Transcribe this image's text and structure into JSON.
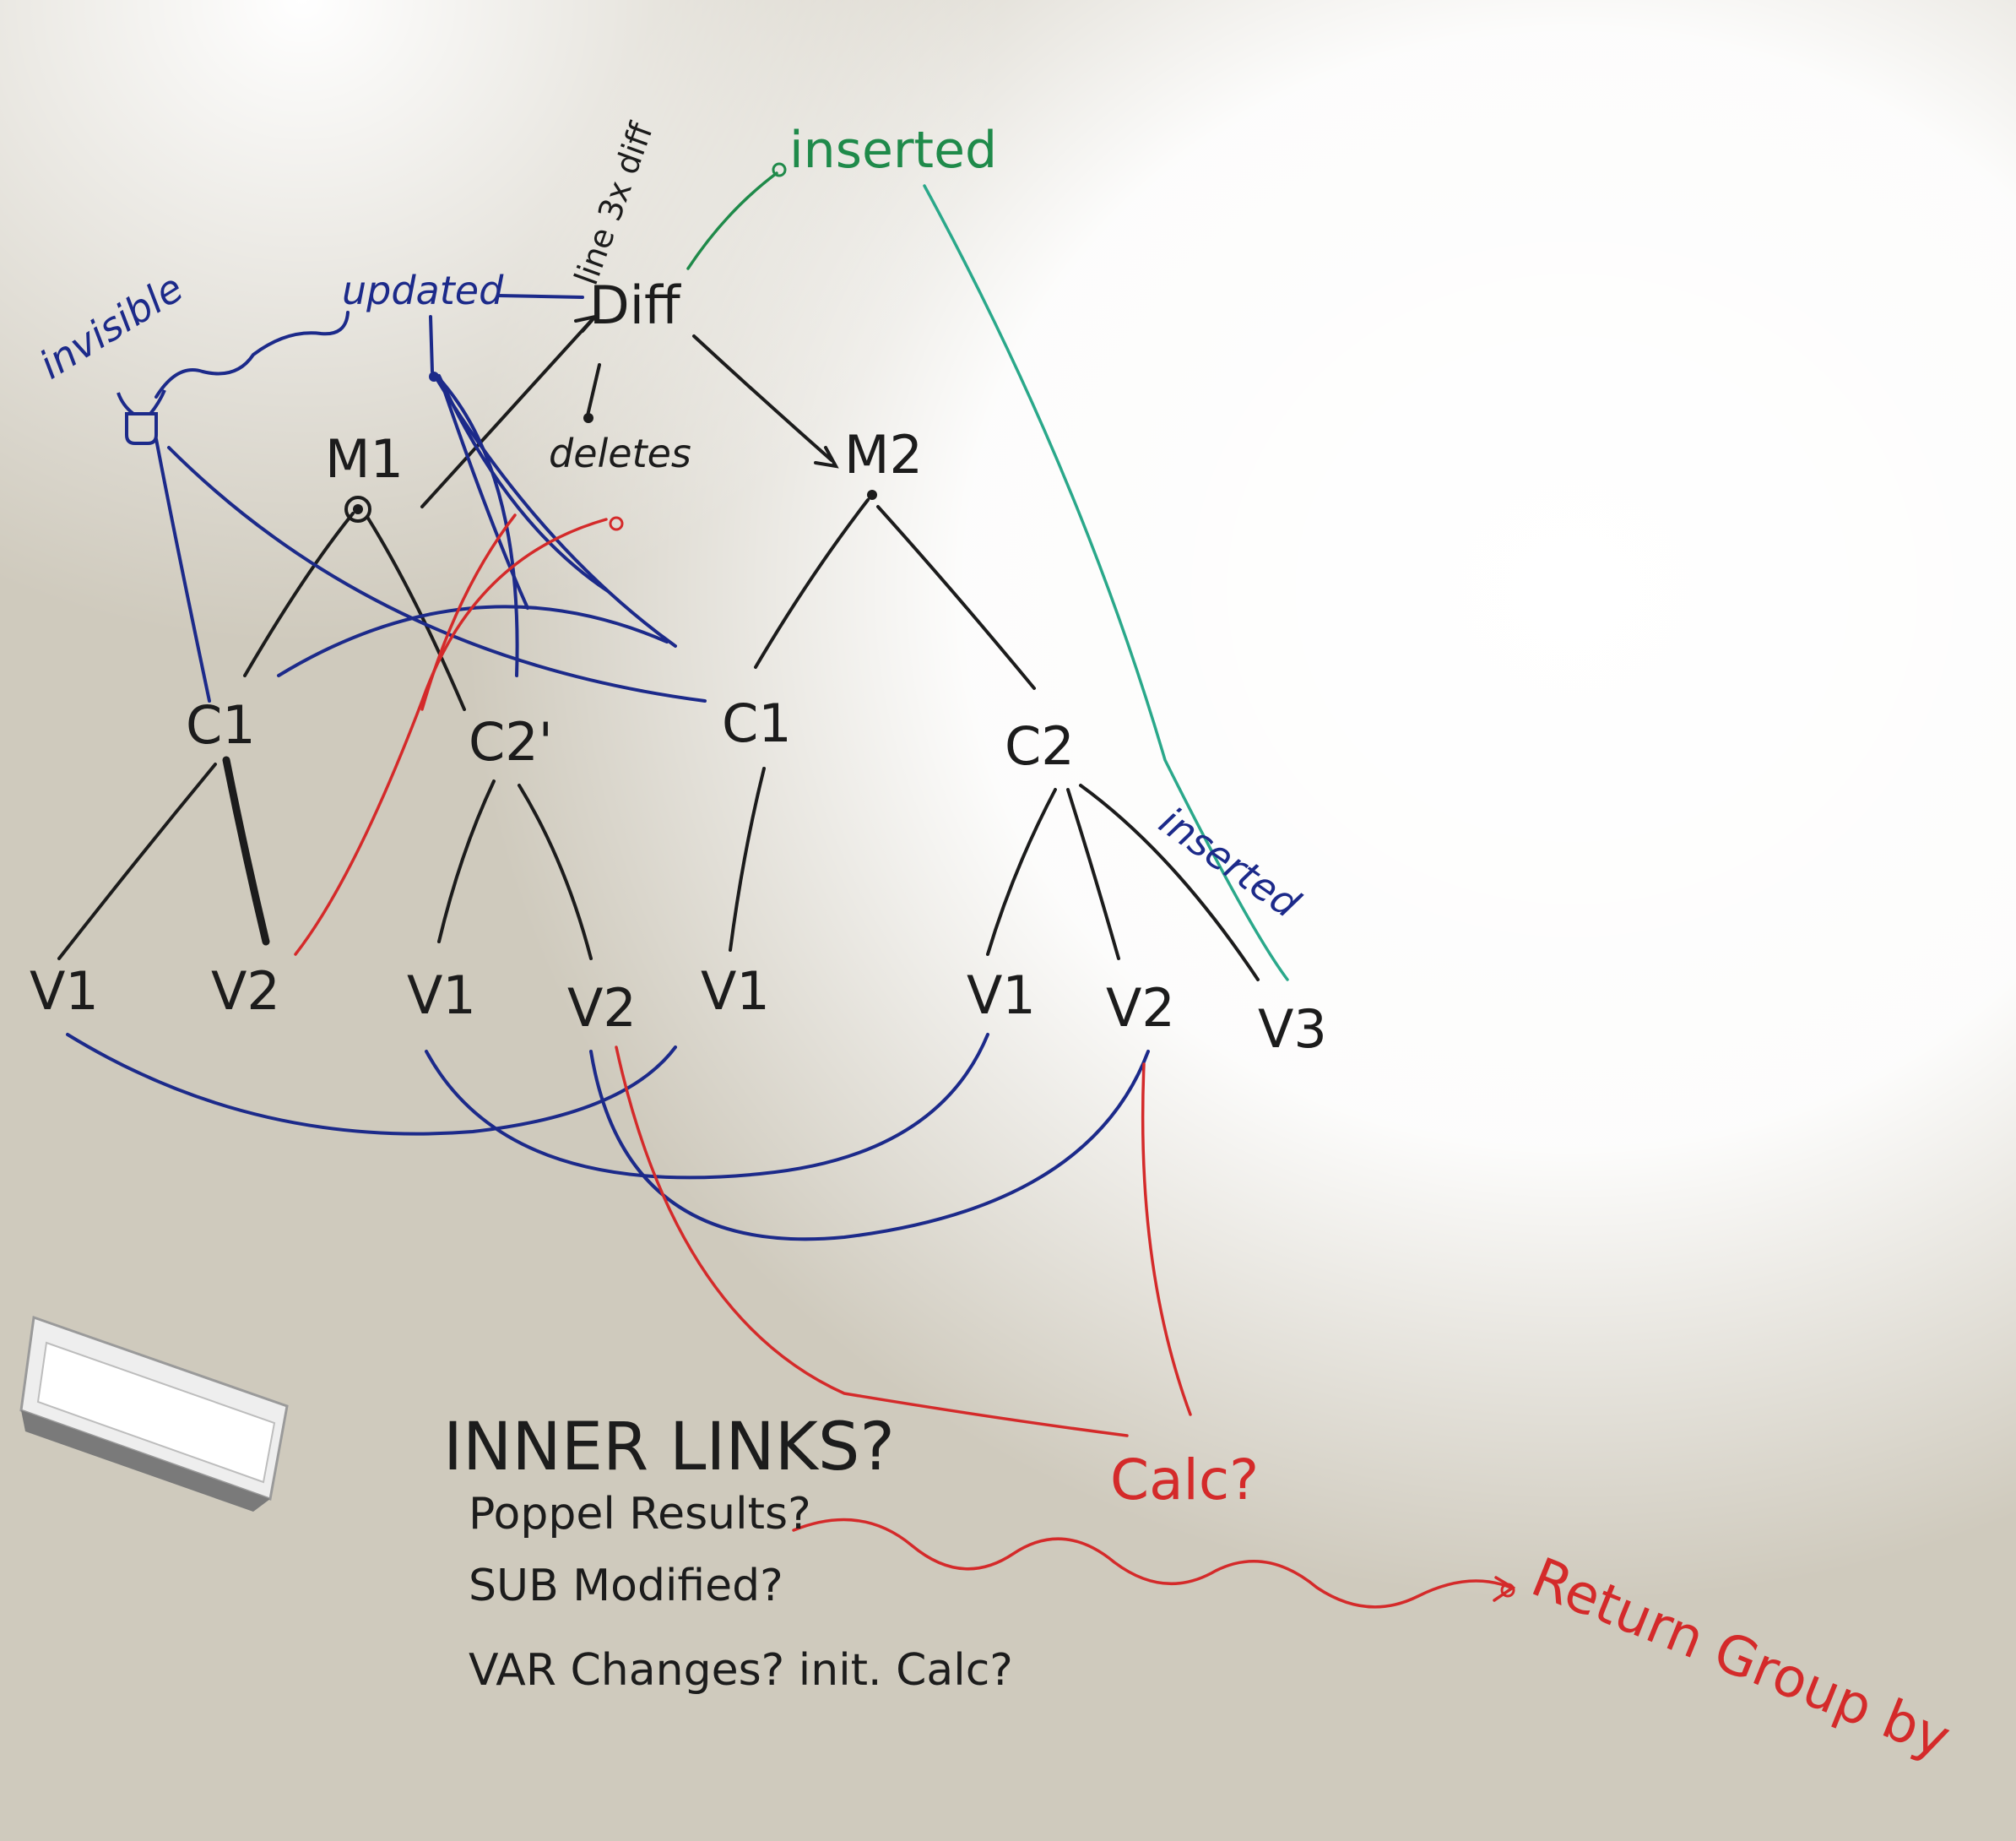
{
  "colors": {
    "black": "#1c1c1c",
    "blue": "#1c2a8a",
    "red": "#d42a2a",
    "green": "#1f8a4a",
    "teal": "#2aa88a"
  },
  "labels": {
    "invisible": "invisible",
    "updated": "updated",
    "diff": "Diff",
    "diff_note": "line 3x diff",
    "inserted_top": "inserted",
    "deletes": "deletes",
    "m1": "M1",
    "m2": "M2",
    "c1_left": "C1",
    "c2_left": "C2'",
    "c1_right": "C1",
    "c2_right": "C2",
    "inserted_edge": "inserted",
    "v1_a": "V1",
    "v2_a": "V2",
    "v1_b": "V1",
    "v2_b": "V2",
    "v1_c": "V1",
    "v1_d": "V1",
    "v2_d": "V2",
    "v3_d": "V3",
    "calc": "Calc?"
  },
  "notes": {
    "inner_links": "INNER LINKS?",
    "poppel_results": "Poppel Results?",
    "sub_modified": "SUB Modified?",
    "var_changes": "VAR Changes? init. Calc?",
    "return_group": "Return Group by"
  },
  "icons": {
    "inspector": "bucket-icon",
    "eraser": "whiteboard-eraser-icon"
  }
}
